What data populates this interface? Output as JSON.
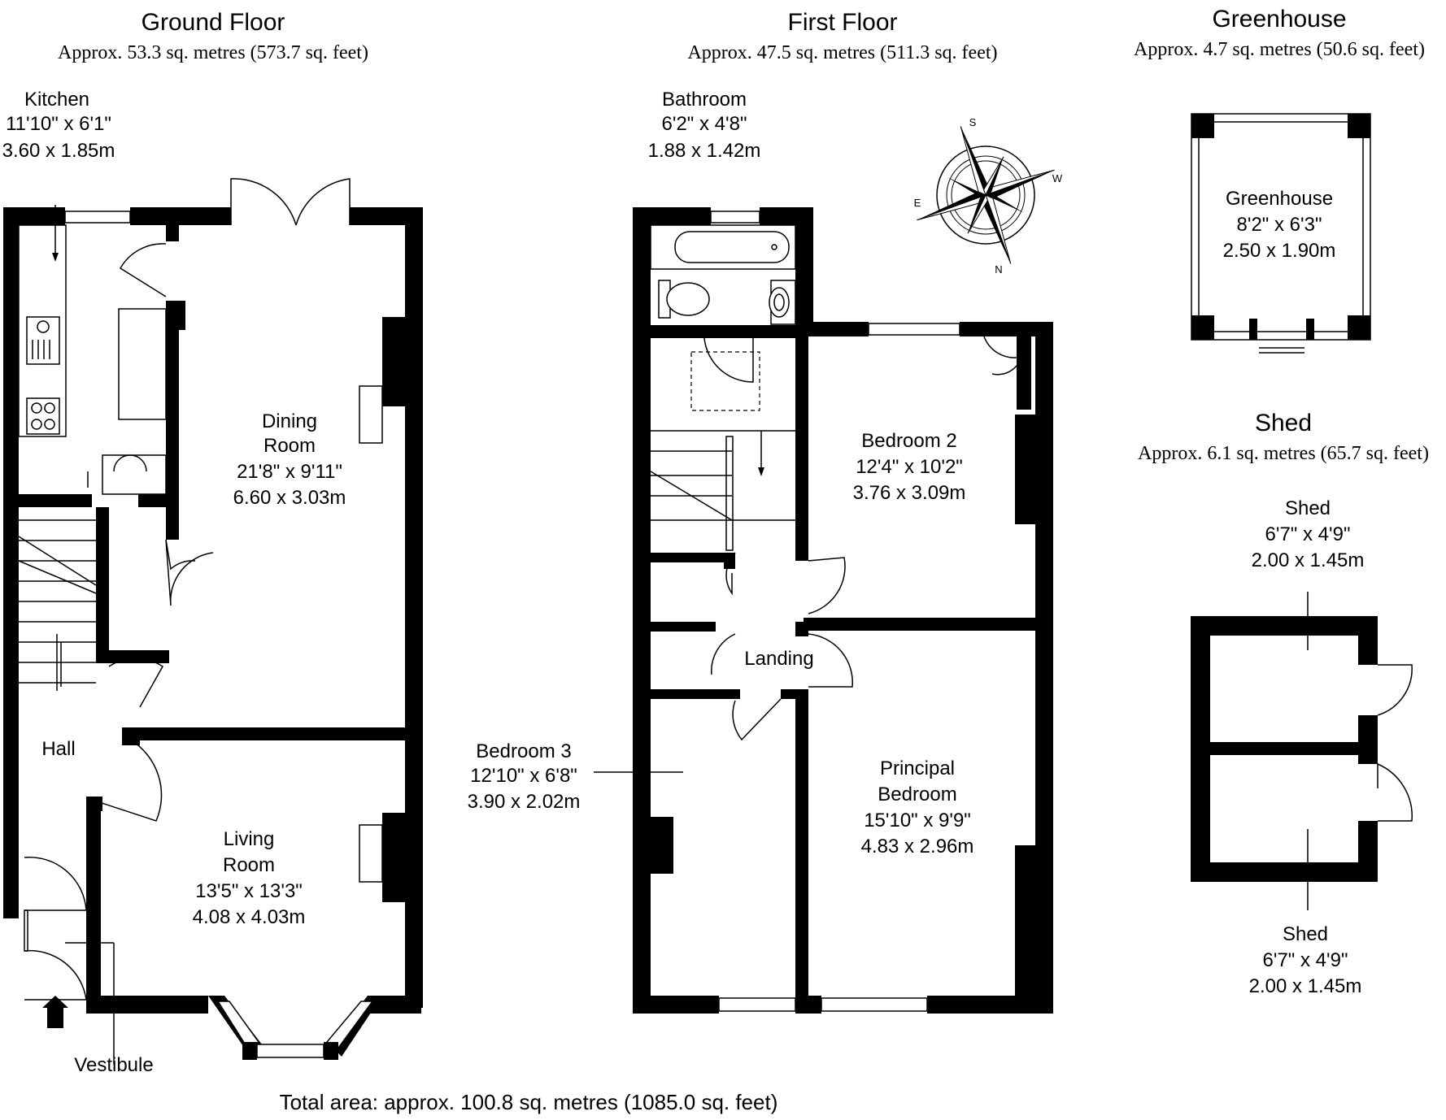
{
  "sections": {
    "ground": {
      "title": "Ground Floor",
      "area": "Approx. 53.3 sq. metres (573.7 sq. feet)"
    },
    "first": {
      "title": "First Floor",
      "area": "Approx. 47.5 sq. metres (511.3 sq. feet)"
    },
    "greenhouse": {
      "title": "Greenhouse",
      "area": "Approx. 4.7 sq. metres (50.6 sq. feet)"
    },
    "shed": {
      "title": "Shed",
      "area": "Approx. 6.1 sq. metres (65.7 sq. feet)"
    }
  },
  "rooms": {
    "kitchen": {
      "name": "Kitchen",
      "imperial": "11'10\" x 6'1\"",
      "metric": "3.60 x 1.85m"
    },
    "dining": {
      "name1": "Dining",
      "name2": "Room",
      "imperial": "21'8\" x 9'11\"",
      "metric": "6.60 x 3.03m"
    },
    "hall": {
      "name": "Hall"
    },
    "living": {
      "name1": "Living",
      "name2": "Room",
      "imperial": "13'5\" x 13'3\"",
      "metric": "4.08 x 4.03m"
    },
    "vestibule": {
      "name": "Vestibule"
    },
    "bathroom": {
      "name": "Bathroom",
      "imperial": "6'2\" x 4'8\"",
      "metric": "1.88 x 1.42m"
    },
    "bedroom2": {
      "name": "Bedroom 2",
      "imperial": "12'4\" x 10'2\"",
      "metric": "3.76 x 3.09m"
    },
    "landing": {
      "name": "Landing"
    },
    "bedroom3": {
      "name": "Bedroom 3",
      "imperial": "12'10\" x 6'8\"",
      "metric": "3.90 x 2.02m"
    },
    "principal": {
      "name1": "Principal",
      "name2": "Bedroom",
      "imperial": "15'10\" x 9'9\"",
      "metric": "4.83 x 2.96m"
    },
    "greenhouse": {
      "name": "Greenhouse",
      "imperial": "8'2\" x 6'3\"",
      "metric": "2.50 x 1.90m"
    },
    "shed1": {
      "name": "Shed",
      "imperial": "6'7\" x 4'9\"",
      "metric": "2.00 x 1.45m"
    },
    "shed2": {
      "name": "Shed",
      "imperial": "6'7\" x 4'9\"",
      "metric": "2.00 x 1.45m"
    }
  },
  "compass": {
    "n": "N",
    "s": "S",
    "e": "E",
    "w": "W"
  },
  "total": "Total area: approx. 100.8 sq. metres (1085.0 sq. feet)"
}
